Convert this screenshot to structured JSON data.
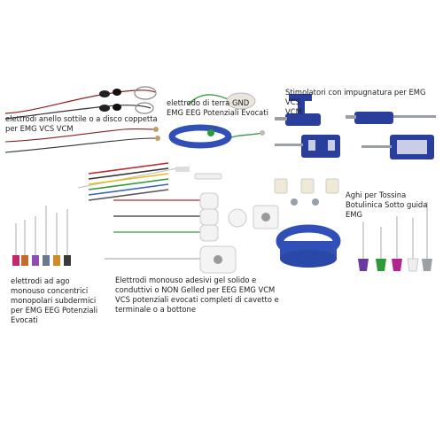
{
  "labels": {
    "ring_electrodes": "elettrodi anello sottile o a disco coppetta\nper EMG VCS VCM",
    "ground_electrode": "elettrodo di terra GND\nEMG EEG Potenziali Evocati",
    "stimulators": "Stimolatori con impugnatura per EMG VCS\nVCM",
    "botox_needles": "Aghi per Tossina\nBotulinica Sotto guida EMG",
    "concentric_needles": "elettrodi ad ago\nmonouso concentrici\nmonopolari subdermici\nper EMG EEG Potenziali\nEvocati",
    "disposable_electrodes": "Elettrodi monouso adesivi gel solido e\nconduttivi o NON Gelled per EEG EMG VCM\nVCS potenziali evocati completi di cavetto e\nterminale o a bottone"
  },
  "colors": {
    "stimulator_blue": "#2a3f9c",
    "strap_blue": "#3050b8",
    "cable_red": "#c0262c",
    "cable_green": "#2f9a3a",
    "hub_colors": [
      "#c2296b",
      "#c46a2b",
      "#8a4fb0",
      "#6a7a8c",
      "#d18a2a",
      "#3a3a3a"
    ],
    "botox_hub_colors": [
      "#6a3aa0",
      "#2f9a3a",
      "#b0268e",
      "#e8e8e8",
      "#9aa0a6"
    ]
  }
}
